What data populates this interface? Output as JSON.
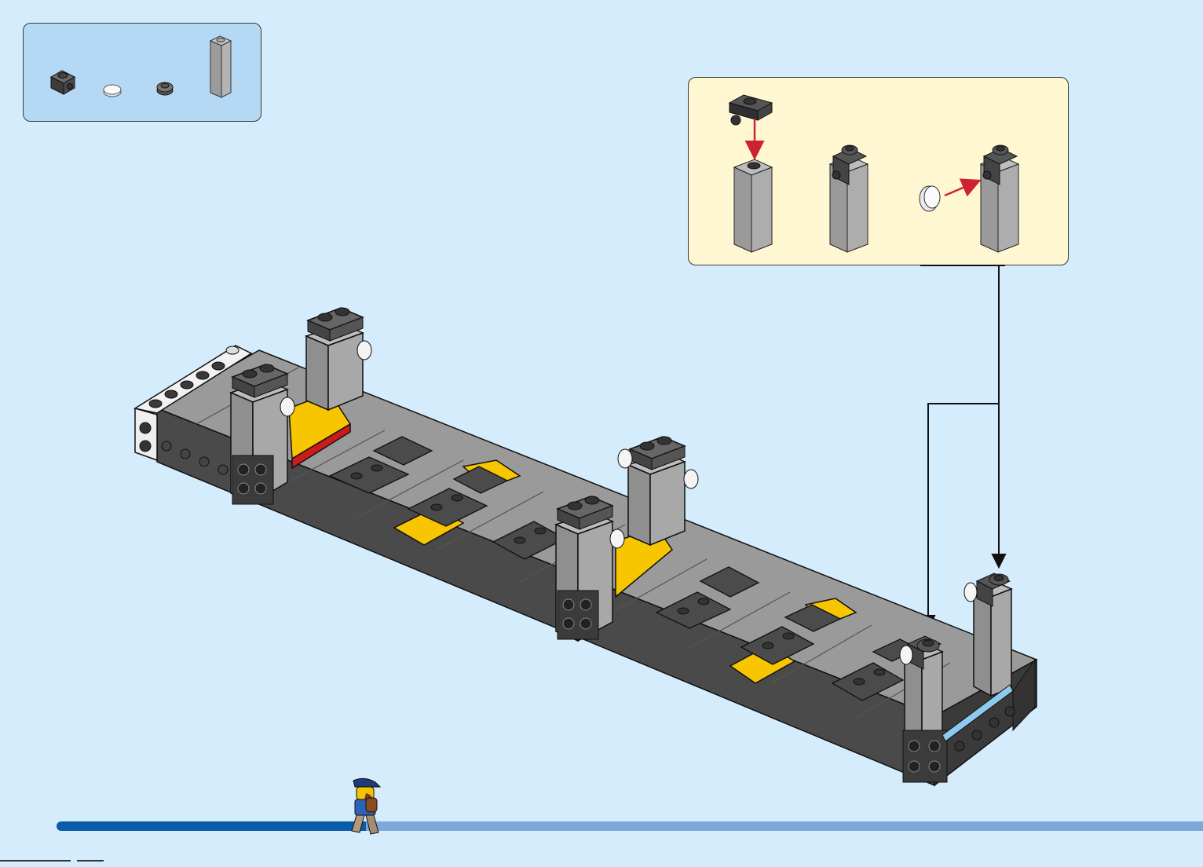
{
  "page": {
    "background": "#d4ecfb"
  },
  "parts_list": {
    "background": "#b5d9f5",
    "items": [
      {
        "name": "bracket-1x1-dark-gray",
        "quantity": null
      },
      {
        "name": "round-tile-1x1-trans-clear",
        "quantity": null
      },
      {
        "name": "round-plate-1x1-dark-gray",
        "quantity": null
      },
      {
        "name": "brick-1x1x3-light-gray",
        "quantity": null
      }
    ]
  },
  "sub_assembly": {
    "background": "#fff7d2",
    "arrow_color": "#cc2233",
    "steps": [
      "attach-bracket-on-pillar",
      "pillar-with-bracket",
      "attach-round-tile"
    ]
  },
  "main_model": {
    "colors": {
      "base_gray": "#9a9a9a",
      "dark_gray": "#5b5b5b",
      "yellow": "#f7c600",
      "red": "#cc1b1b",
      "white": "#f4f4f4",
      "trans_light_blue": "#8ec9ee"
    }
  },
  "progress": {
    "fraction": 0.27,
    "fill_color": "#0b5bab",
    "track_color": "#7ea7dc"
  }
}
